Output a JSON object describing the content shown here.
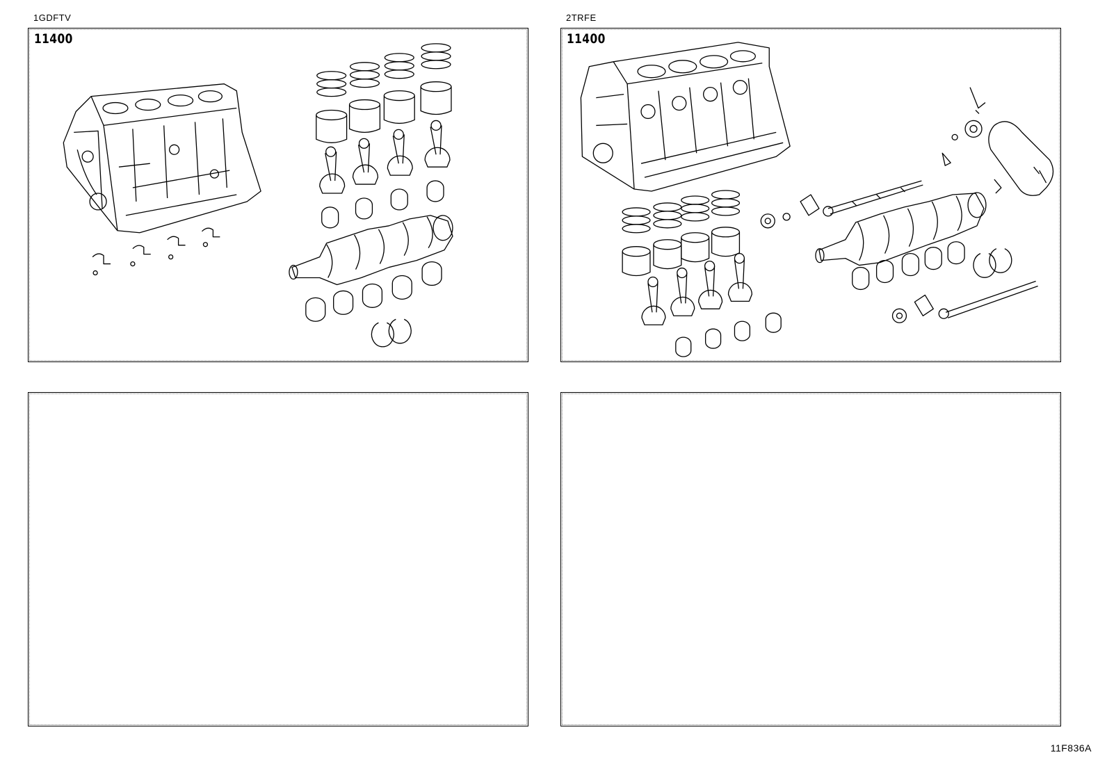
{
  "panels": [
    {
      "engine": "1GDFTV",
      "part_number": "11400",
      "illustration": "short-block-parts"
    },
    {
      "engine": "2TRFE",
      "part_number": "11400",
      "illustration": "short-block-parts"
    },
    {
      "engine": "",
      "part_number": ""
    },
    {
      "engine": "",
      "part_number": ""
    }
  ],
  "illustration_code": "11F836A"
}
